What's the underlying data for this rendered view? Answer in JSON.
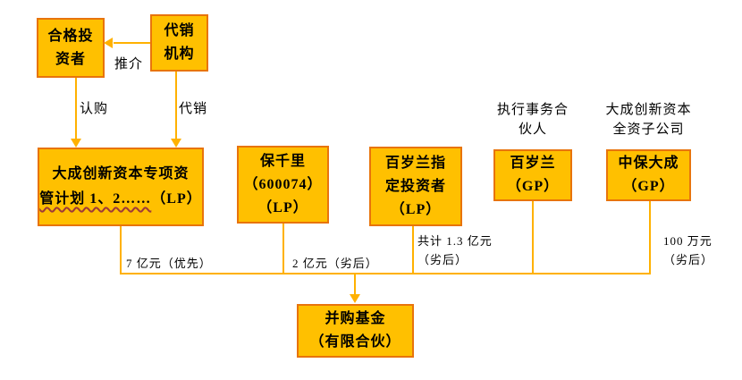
{
  "colors": {
    "box_fill": "#FFC000",
    "box_border": "#E8740C",
    "line": "#FFB100",
    "squiggle": "#9E3A38"
  },
  "nodes": {
    "qualified_investor": {
      "lines": [
        "合格投",
        "资者"
      ]
    },
    "distribution_agency": {
      "lines": [
        "代销",
        "机构"
      ]
    },
    "asset_plan": {
      "line1": "大成创新资本专项资",
      "line2_wavy": "管计划 1、2……",
      "line2_rest": "（LP）"
    },
    "baoqianli": {
      "lines": [
        "保千里",
        "（600074）",
        "（LP）"
      ]
    },
    "baisuilan_designated_investor": {
      "lines": [
        "百岁兰指",
        "定投资者",
        "（LP）"
      ]
    },
    "baisuilan_gp": {
      "lines": [
        "百岁兰",
        "（GP）"
      ]
    },
    "zhongbao_dacheng_gp": {
      "lines": [
        "中保大成",
        "（GP）"
      ]
    },
    "merger_fund": {
      "lines": [
        "并购基金",
        "（有限合伙）"
      ]
    }
  },
  "captions": {
    "executive_partner": {
      "lines": [
        "执行事务合",
        "伙人"
      ]
    },
    "wholly_owned_subsidiary": {
      "lines": [
        "大成创新资本",
        "全资子公司"
      ]
    }
  },
  "edge_labels": {
    "promote": "推介",
    "subscribe": "认购",
    "consign": "代销",
    "priority_7yi": "7 亿元（优先）",
    "inferior_2yi": "2 亿元（劣后）",
    "combined_1_3yi": {
      "lines": [
        "共计 1.3 亿元",
        "（劣后）"
      ]
    },
    "inferior_100w": {
      "lines": [
        "100 万元",
        "（劣后）"
      ]
    }
  }
}
